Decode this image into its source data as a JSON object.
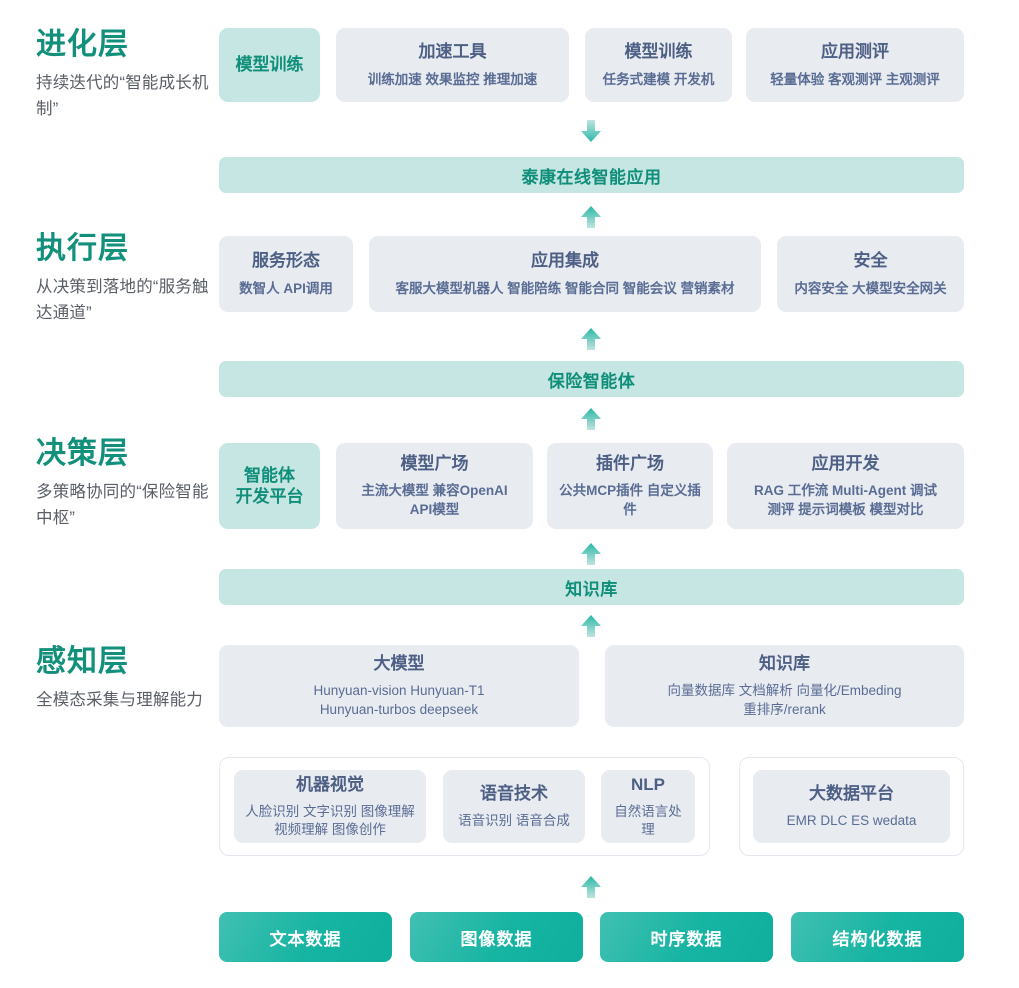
{
  "layers": [
    {
      "id": "evolution",
      "title": "进化层",
      "subtitle": "持续迭代的“智能成长机制”"
    },
    {
      "id": "execution",
      "title": "执行层",
      "subtitle": "从决策到落地的“服务触达通道”"
    },
    {
      "id": "decision",
      "title": "决策层",
      "subtitle": "多策略协同的“保险智能中枢”"
    },
    {
      "id": "perception",
      "title": "感知层",
      "subtitle": "全模态采集与理解能力"
    }
  ],
  "evolution_cards": [
    {
      "title": "模型训练",
      "items": ""
    },
    {
      "title": "加速工具",
      "items": "训练加速 效果监控 推理加速"
    },
    {
      "title": "模型训练",
      "items": "任务式建模 开发机"
    },
    {
      "title": "应用测评",
      "items": "轻量体验 客观测评 主观测评"
    }
  ],
  "bar_app": "泰康在线智能应用",
  "execution_cards": [
    {
      "title": "服务形态",
      "items": "数智人  API调用"
    },
    {
      "title": "应用集成",
      "items": "客服大模型机器人 智能陪练 智能合同 智能会议 营销素材"
    },
    {
      "title": "安全",
      "items": "内容安全 大模型安全网关"
    }
  ],
  "bar_agent": "保险智能体",
  "decision_cards": [
    {
      "title": "智能体\n开发平台",
      "items": ""
    },
    {
      "title": "模型广场",
      "items": "主流大模型    兼容OpenAI\nAPI模型"
    },
    {
      "title": "插件广场",
      "items": "公共MCP插件 自定义插件"
    },
    {
      "title": "应用开发",
      "items": "RAG 工作流 Multi-Agent 调试\n测评 提示词模板 模型对比"
    }
  ],
  "bar_knowledge": "知识库",
  "perception_top_cards": [
    {
      "title": "大模型",
      "items": "Hunyuan-vision Hunyuan-T1\nHunyuan-turbos deepseek"
    },
    {
      "title": "知识库",
      "items": "向量数据库 文档解析 向量化/Embeding\n重排序/rerank"
    }
  ],
  "perception_bottom_cards": [
    {
      "title": "机器视觉",
      "items": "人脸识别 文字识别 图像理解\n视频理解 图像创作"
    },
    {
      "title": "语音技术",
      "items": "语音识别 语音合成"
    },
    {
      "title": "NLP",
      "items": "自然语言处理"
    },
    {
      "title": "大数据平台",
      "items": "EMR DLC ES wedata"
    }
  ],
  "data_chips": [
    "文本数据",
    "图像数据",
    "时序数据",
    "结构化数据"
  ],
  "colors": {
    "accent_teal": "#12907c",
    "card_teal": "#c6e6e3",
    "card_grey": "#e8ecf1",
    "card_text": "#4e5f85",
    "chip_gradient_start": "#41c0b2",
    "chip_gradient_end": "#0fae9d",
    "sub_text": "#5a5f66"
  }
}
